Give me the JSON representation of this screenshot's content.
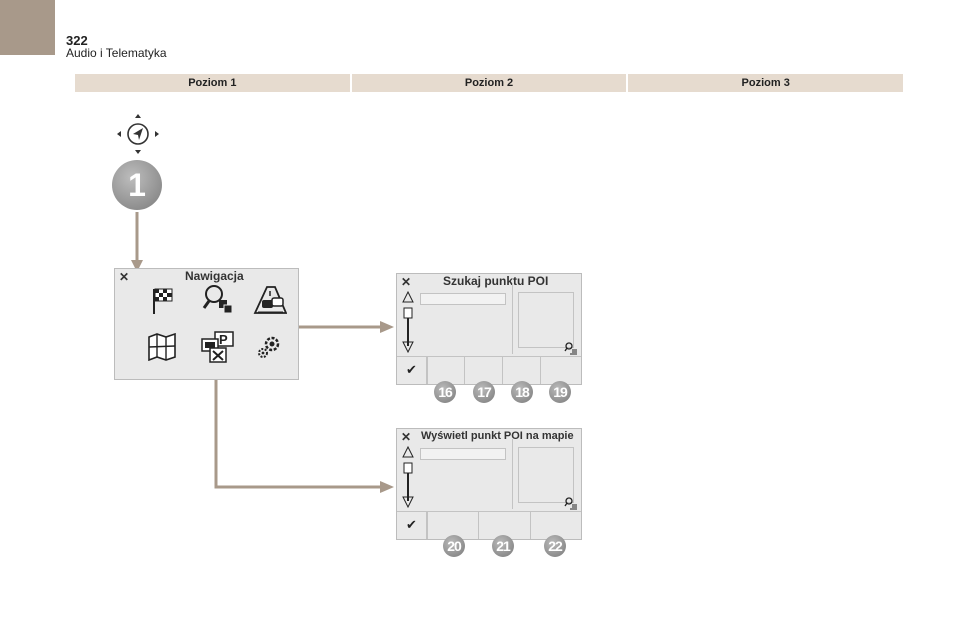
{
  "header": {
    "page_number": "322",
    "section_title": "Audio i Telematyka"
  },
  "levels": [
    "Poziom 1",
    "Poziom 2",
    "Poziom 3"
  ],
  "step_badge": "1",
  "nav_panel": {
    "title": "Nawigacja",
    "close_icon": "✕",
    "icons": [
      "checkered-flag-icon",
      "search-poi-icon",
      "traffic-icon",
      "map-icon",
      "poi-category-icon",
      "settings-gears-icon"
    ]
  },
  "search_poi_panel": {
    "title": "Szukaj punktu POI",
    "close_icon": "✕",
    "check_icon": "✔",
    "callouts": [
      "16",
      "17",
      "18",
      "19"
    ]
  },
  "show_poi_panel": {
    "title": "Wyświetl punkt POI na mapie",
    "close_icon": "✕",
    "check_icon": "✔",
    "callouts": [
      "20",
      "21",
      "22"
    ]
  },
  "colors": {
    "corner": "#a8998a",
    "level_bar": "#e6dbcf",
    "connector": "#a8998a",
    "panel": "#e9e9e9"
  }
}
